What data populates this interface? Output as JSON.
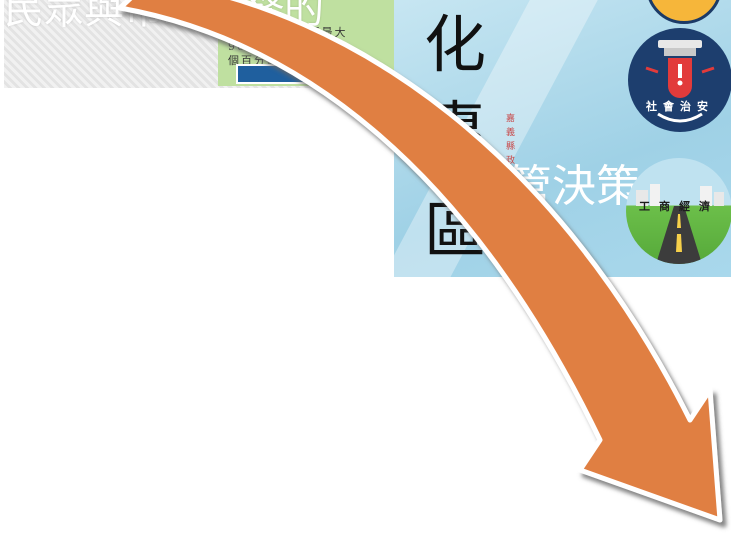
{
  "left_panel": {
    "headline": "民眾與市政服務的",
    "card_lines": [
      "20 24歲組差距最大",
      "96%較男性 70",
      "個百分點 -"
    ]
  },
  "right_panel": {
    "title_chars": [
      "化",
      "專",
      "區"
    ],
    "vertical_label": "嘉義縣政府",
    "subtitle": "主管決策",
    "icons": {
      "security_label": "社會治安",
      "business_label": "工商經濟"
    }
  },
  "colors": {
    "arrow": "#e07f43",
    "arrow_outline": "#ffffff",
    "panel_bg": "#a9d8ec",
    "security_icon_bg": "#1d3e6e",
    "top_icon": "#f6b63a"
  }
}
